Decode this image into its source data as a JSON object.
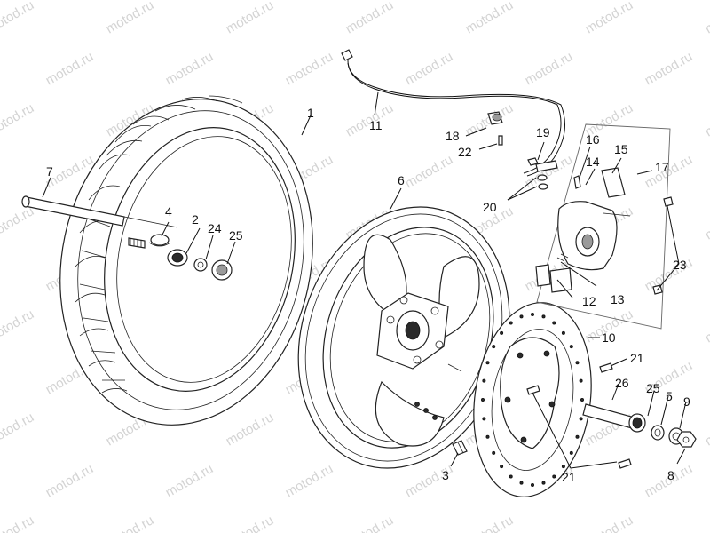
{
  "watermark": "motod.ru",
  "callouts": {
    "c1": "1",
    "c2": "2",
    "c3": "3",
    "c4": "4",
    "c5": "5",
    "c6": "6",
    "c7": "7",
    "c8": "8",
    "c9": "9",
    "c10": "10",
    "c11": "11",
    "c12": "12",
    "c13": "13",
    "c14": "14",
    "c15": "15",
    "c16": "16",
    "c17": "17",
    "c18": "18",
    "c19": "19",
    "c20": "20",
    "c21a": "21",
    "c21b": "21",
    "c22": "22",
    "c23": "23",
    "c24": "24",
    "c25a": "25",
    "c25b": "25",
    "c26": "26"
  }
}
